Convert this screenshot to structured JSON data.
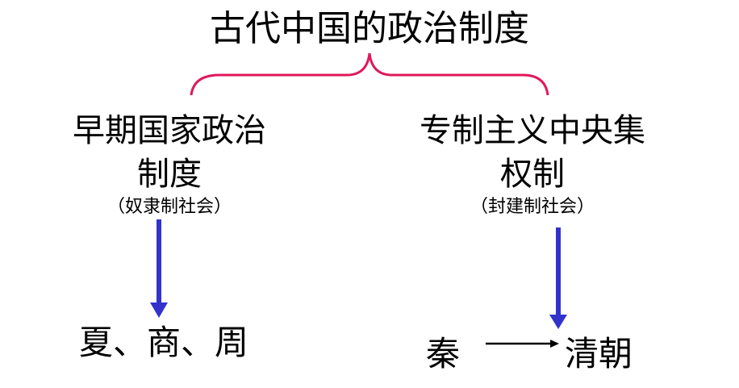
{
  "title": "古代中国的政治制度",
  "left": {
    "line1": "早期国家政治",
    "line2": "制度",
    "note": "（奴隶制社会）",
    "result": "夏、商、周"
  },
  "right": {
    "line1": "专制主义中央集",
    "line2": "权制",
    "note": "（封建制社会）",
    "result_start": "秦",
    "result_end": "清朝"
  },
  "colors": {
    "brace": "#e0185a",
    "arrow": "#3333cc",
    "text": "#000000"
  }
}
